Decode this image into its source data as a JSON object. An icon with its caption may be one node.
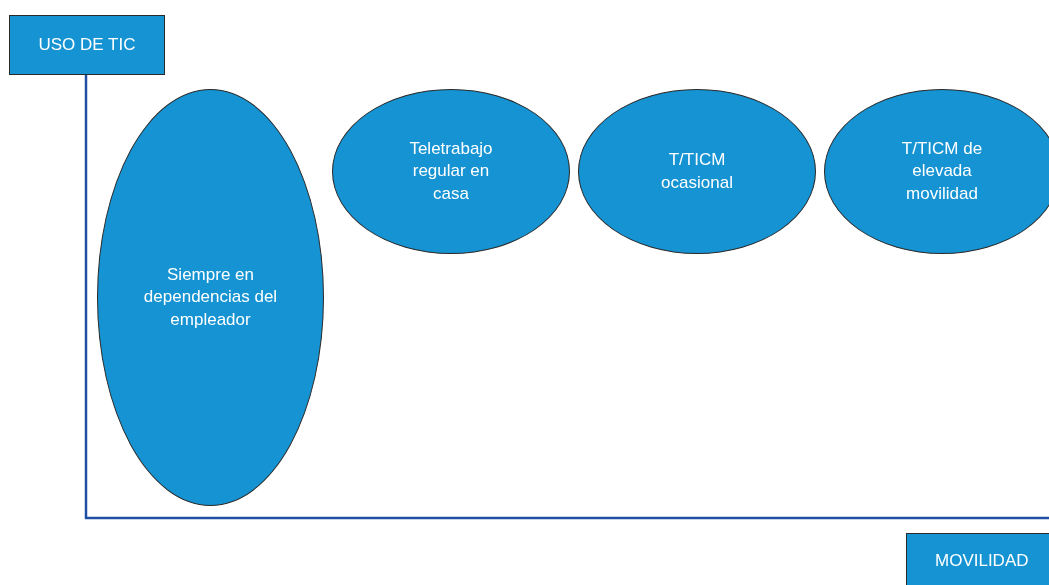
{
  "diagram": {
    "nodes": [
      {
        "text": [
          "USO DE TIC"
        ]
      },
      {
        "text": [
          "Siempre en dependencias del empleador"
        ]
      },
      {
        "text": [
          "Teletrabajo regular en casa"
        ]
      },
      {
        "text": [
          "T/TICM ocasional"
        ]
      },
      {
        "text": [
          "T/TICM de elevada movilidad"
        ]
      },
      {
        "text": [
          "MOVILIDAD"
        ]
      }
    ]
  }
}
